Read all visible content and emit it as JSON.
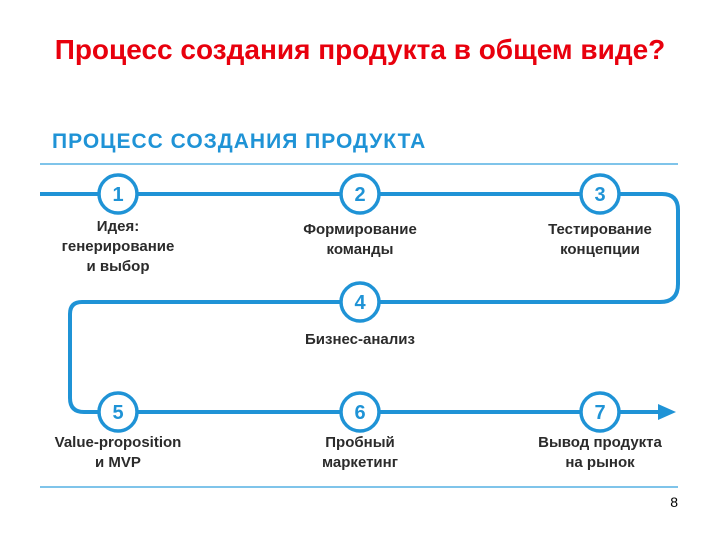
{
  "slide": {
    "title": "Процесс создания продукта в общем виде?",
    "page_number": "8"
  },
  "diagram": {
    "header": "ПРОЦЕСС СОЗДАНИЯ ПРОДУКТА",
    "accent_color": "#1f93d6",
    "steps": [
      {
        "number": "1",
        "label_lines": [
          "Идея:",
          "генерирование",
          "и выбор"
        ]
      },
      {
        "number": "2",
        "label_lines": [
          "Формирование",
          "команды"
        ]
      },
      {
        "number": "3",
        "label_lines": [
          "Тестирование",
          "концепции"
        ]
      },
      {
        "number": "4",
        "label_lines": [
          "Бизнес-анализ"
        ]
      },
      {
        "number": "5",
        "label_lines": [
          "Value-proposition",
          "и MVP"
        ]
      },
      {
        "number": "6",
        "label_lines": [
          "Пробный",
          "маркетинг"
        ]
      },
      {
        "number": "7",
        "label_lines": [
          "Вывод продукта",
          "на рынок"
        ]
      }
    ]
  }
}
